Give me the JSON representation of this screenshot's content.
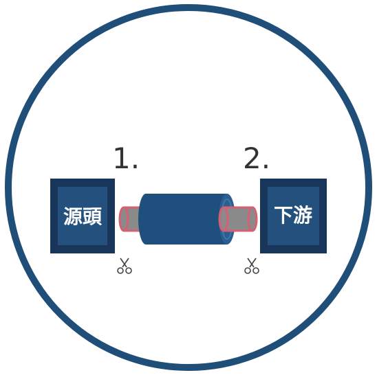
{
  "colors": {
    "ring": "#1f4e79",
    "box_outer": "#17365a",
    "box_inner": "#24507e",
    "pipe_body": "#1f4f7c",
    "pipe_cap": "#2c5f8f",
    "pipe_cap_ring": "#3f77aa",
    "stub_outline": "#d75f73",
    "stub_fill": "#8a8a8a",
    "text_dark": "#333333",
    "text_light": "#ffffff",
    "scissors": "#444444"
  },
  "diagram": {
    "left_box_label": "源頭",
    "right_box_label": "下游",
    "step_one_label": "1.",
    "step_two_label": "2."
  },
  "icons": {
    "left_cut": "scissors-icon",
    "right_cut": "scissors-icon"
  }
}
